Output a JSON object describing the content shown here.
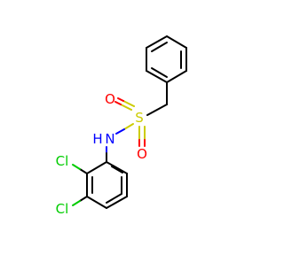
{
  "molecule": {
    "atoms": {
      "oxygen_upper": "O",
      "oxygen_lower": "O",
      "sulfur": "S",
      "nitrogen": "N",
      "nh_hydrogen": "H",
      "chlorine_upper": "Cl",
      "chlorine_lower": "Cl"
    }
  },
  "colors": {
    "bond": "#000000",
    "oxygen": "#FF0000",
    "sulfur": "#CCCC00",
    "nitrogen": "#0000FF",
    "chlorine": "#00CC00"
  }
}
